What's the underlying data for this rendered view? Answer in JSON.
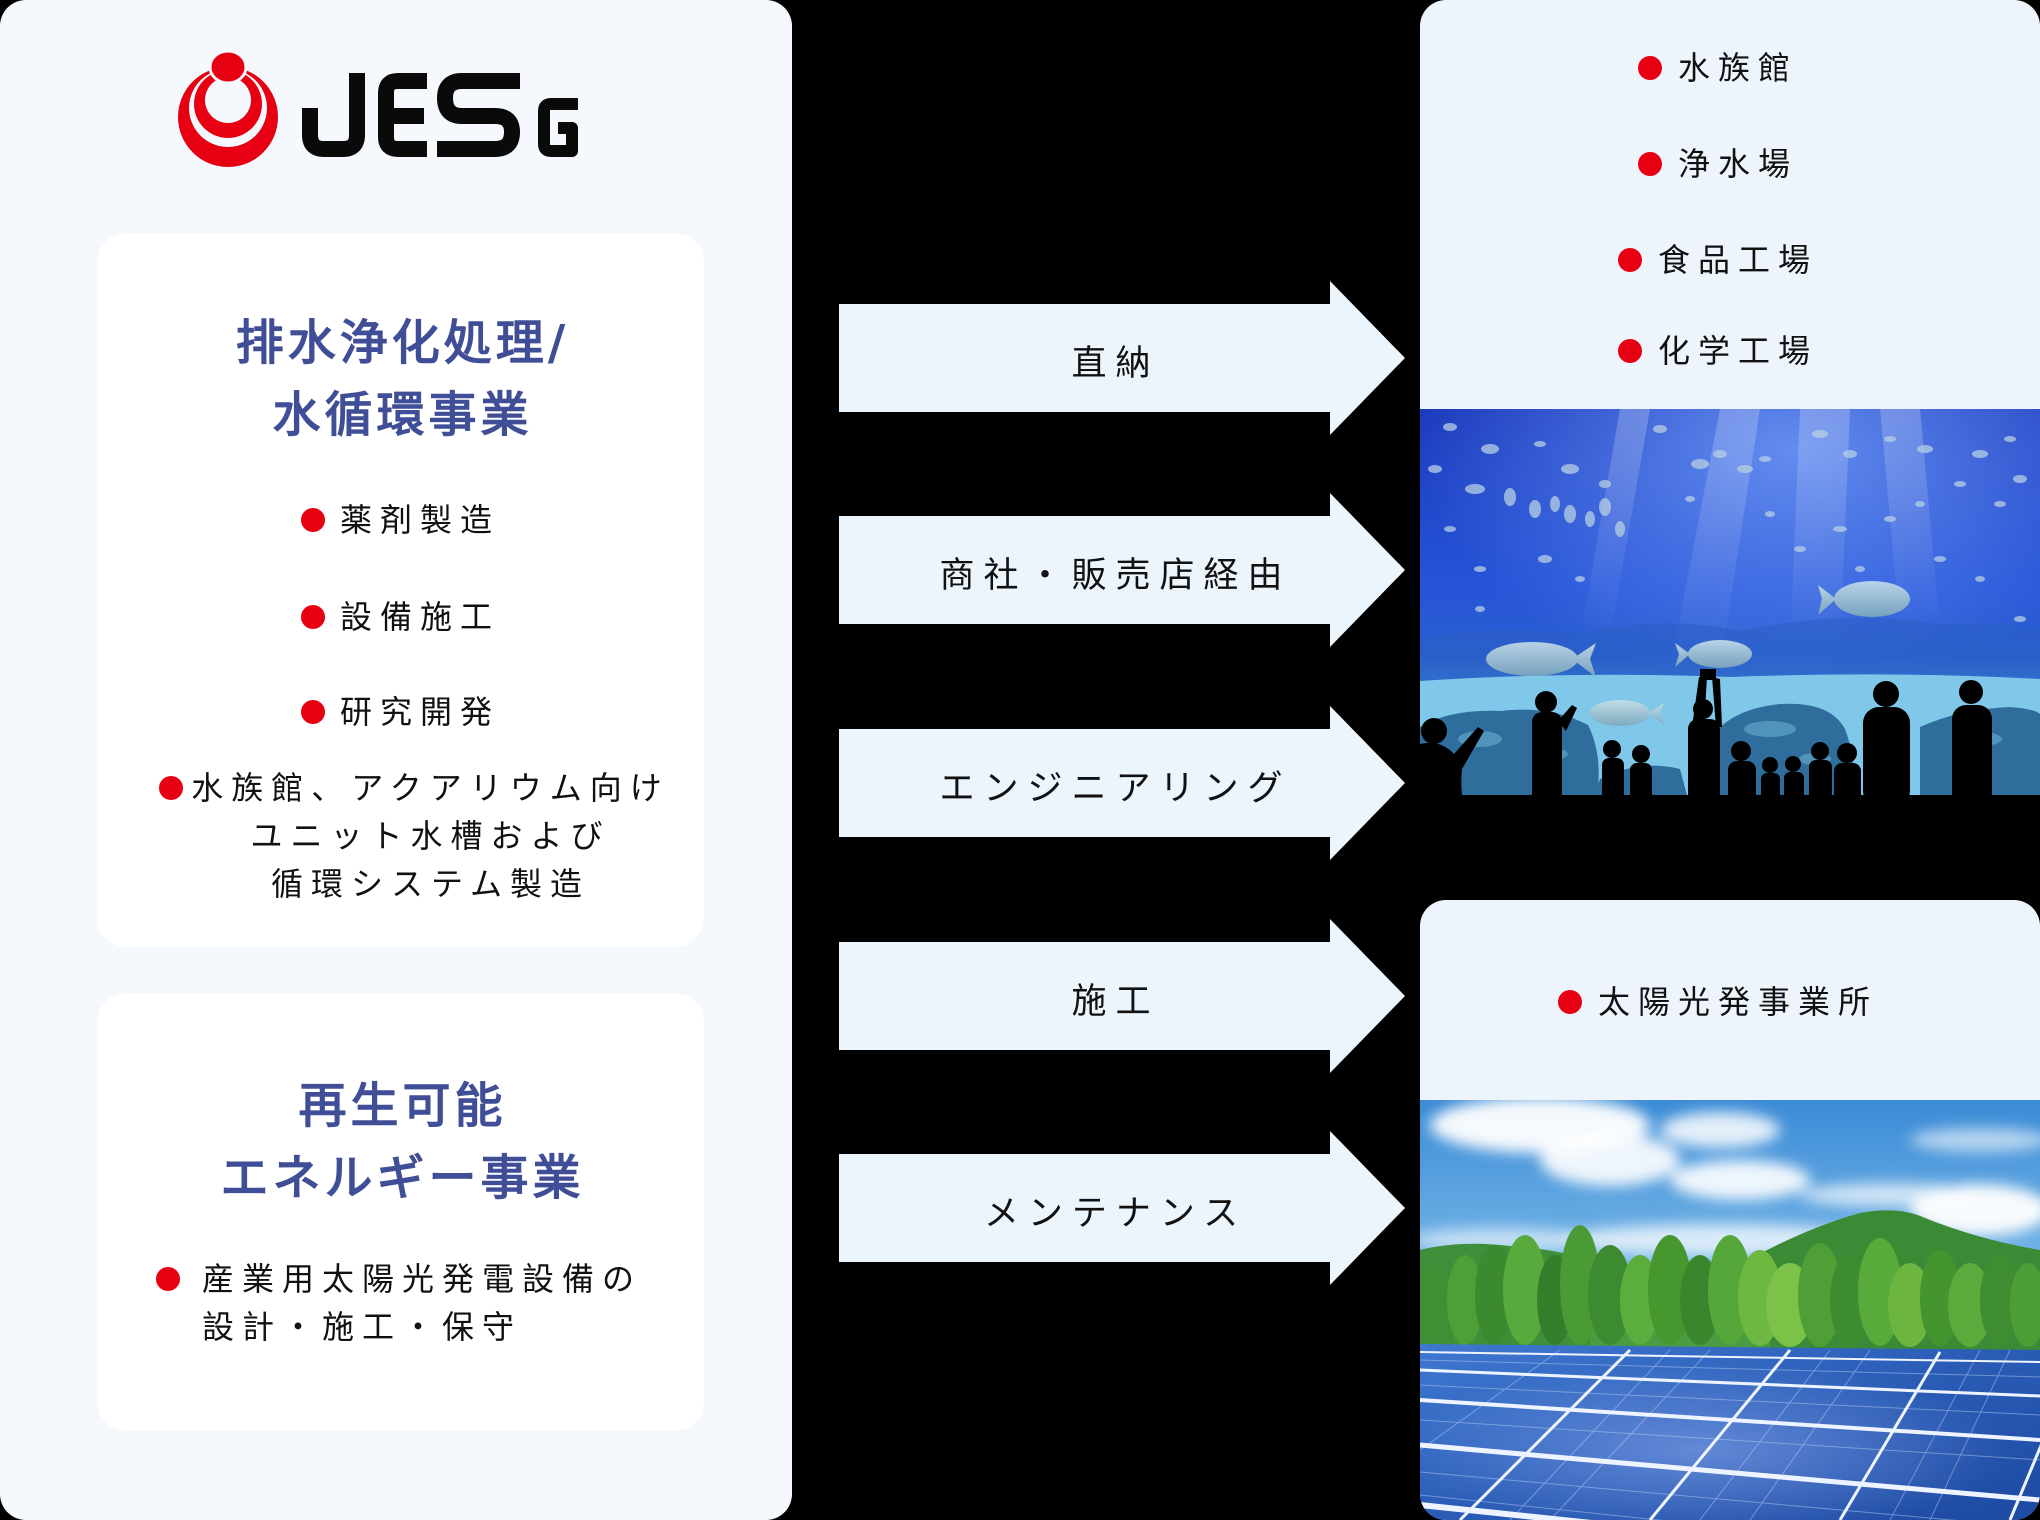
{
  "logo": {
    "wordmark": "JES",
    "suffix": "G",
    "icon": "jesg-ring-logo-mark"
  },
  "colors": {
    "accent_red": "#e60012",
    "heading_navy": "#3f4e96",
    "left_panel_bg": "#f5f9fe",
    "card_bg": "#ffffff",
    "arrow_fill": "#ecf4fc",
    "right_panel_bg": "#edf4fc",
    "page_bg": "#000000"
  },
  "segments": [
    {
      "title_lines": [
        "排水浄化処理/",
        "水循環事業"
      ],
      "items": [
        "薬剤製造",
        "設備施工",
        "研究開発"
      ],
      "multiline_item": [
        "水族館、アクアリウム向け",
        "ユニット水槽および",
        "循環システム製造"
      ]
    },
    {
      "title_lines": [
        "再生可能",
        "エネルギー事業"
      ],
      "multiline_item": [
        "産業用太陽光発電設備の",
        "設計・施工・保守"
      ]
    }
  ],
  "channels": [
    {
      "label": "直納",
      "icon": "arrow-right-icon"
    },
    {
      "label": "商社・販売店経由",
      "icon": "arrow-right-icon"
    },
    {
      "label": "エンジニアリング",
      "icon": "arrow-right-icon"
    },
    {
      "label": "施工",
      "icon": "arrow-right-icon"
    },
    {
      "label": "メンテナンス",
      "icon": "arrow-right-icon"
    }
  ],
  "destinations": [
    {
      "items": [
        "水族館",
        "浄水場",
        "食品工場",
        "化学工場"
      ],
      "image": "aquarium-visitors-photo"
    },
    {
      "items": [
        "太陽光発事業所"
      ],
      "image": "solar-farm-photo"
    }
  ]
}
